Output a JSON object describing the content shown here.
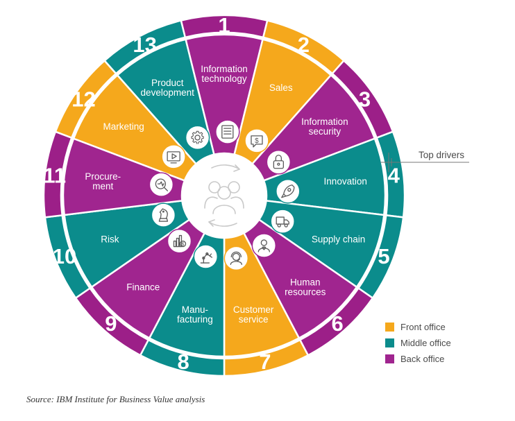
{
  "colors": {
    "front": "#f5a81c",
    "middle": "#0b8c8c",
    "back": "#a0258f",
    "outer_back": "#9c1f88"
  },
  "segments": [
    {
      "num": "1",
      "lines": [
        "Information",
        "technology"
      ],
      "office": "back",
      "icon": "server-icon"
    },
    {
      "num": "2",
      "lines": [
        "Sales"
      ],
      "office": "front",
      "icon": "chat-dollar-icon"
    },
    {
      "num": "3",
      "lines": [
        "Information",
        "security"
      ],
      "office": "back",
      "icon": "lock-icon"
    },
    {
      "num": "4",
      "lines": [
        "Innovation"
      ],
      "office": "middle",
      "icon": "rocket-icon"
    },
    {
      "num": "5",
      "lines": [
        "Supply chain"
      ],
      "office": "middle",
      "icon": "truck-icon"
    },
    {
      "num": "6",
      "lines": [
        "Human",
        "resources"
      ],
      "office": "back",
      "icon": "person-heart-icon"
    },
    {
      "num": "7",
      "lines": [
        "Customer",
        "service"
      ],
      "office": "front",
      "icon": "headset-icon"
    },
    {
      "num": "8",
      "lines": [
        "Manu-",
        "facturing"
      ],
      "office": "middle",
      "icon": "robot-arm-icon"
    },
    {
      "num": "9",
      "lines": [
        "Finance"
      ],
      "office": "back",
      "icon": "bar-chart-dollar-icon"
    },
    {
      "num": "10",
      "lines": [
        "Risk"
      ],
      "office": "middle",
      "icon": "chess-knight-icon"
    },
    {
      "num": "11",
      "lines": [
        "Procure-",
        "ment"
      ],
      "office": "back",
      "icon": "magnifier-circuit-icon"
    },
    {
      "num": "12",
      "lines": [
        "Marketing"
      ],
      "office": "front",
      "icon": "play-screen-icon"
    },
    {
      "num": "13",
      "lines": [
        "Product",
        "development"
      ],
      "office": "middle",
      "icon": "gear-icon"
    }
  ],
  "center_icon": "people-group-icon",
  "top_drivers_label": "Top drivers",
  "legend": [
    {
      "label": "Front office",
      "office": "front"
    },
    {
      "label": "Middle office",
      "office": "middle"
    },
    {
      "label": "Back office",
      "office": "back"
    }
  ],
  "source": "Source: IBM Institute for Business Value analysis"
}
